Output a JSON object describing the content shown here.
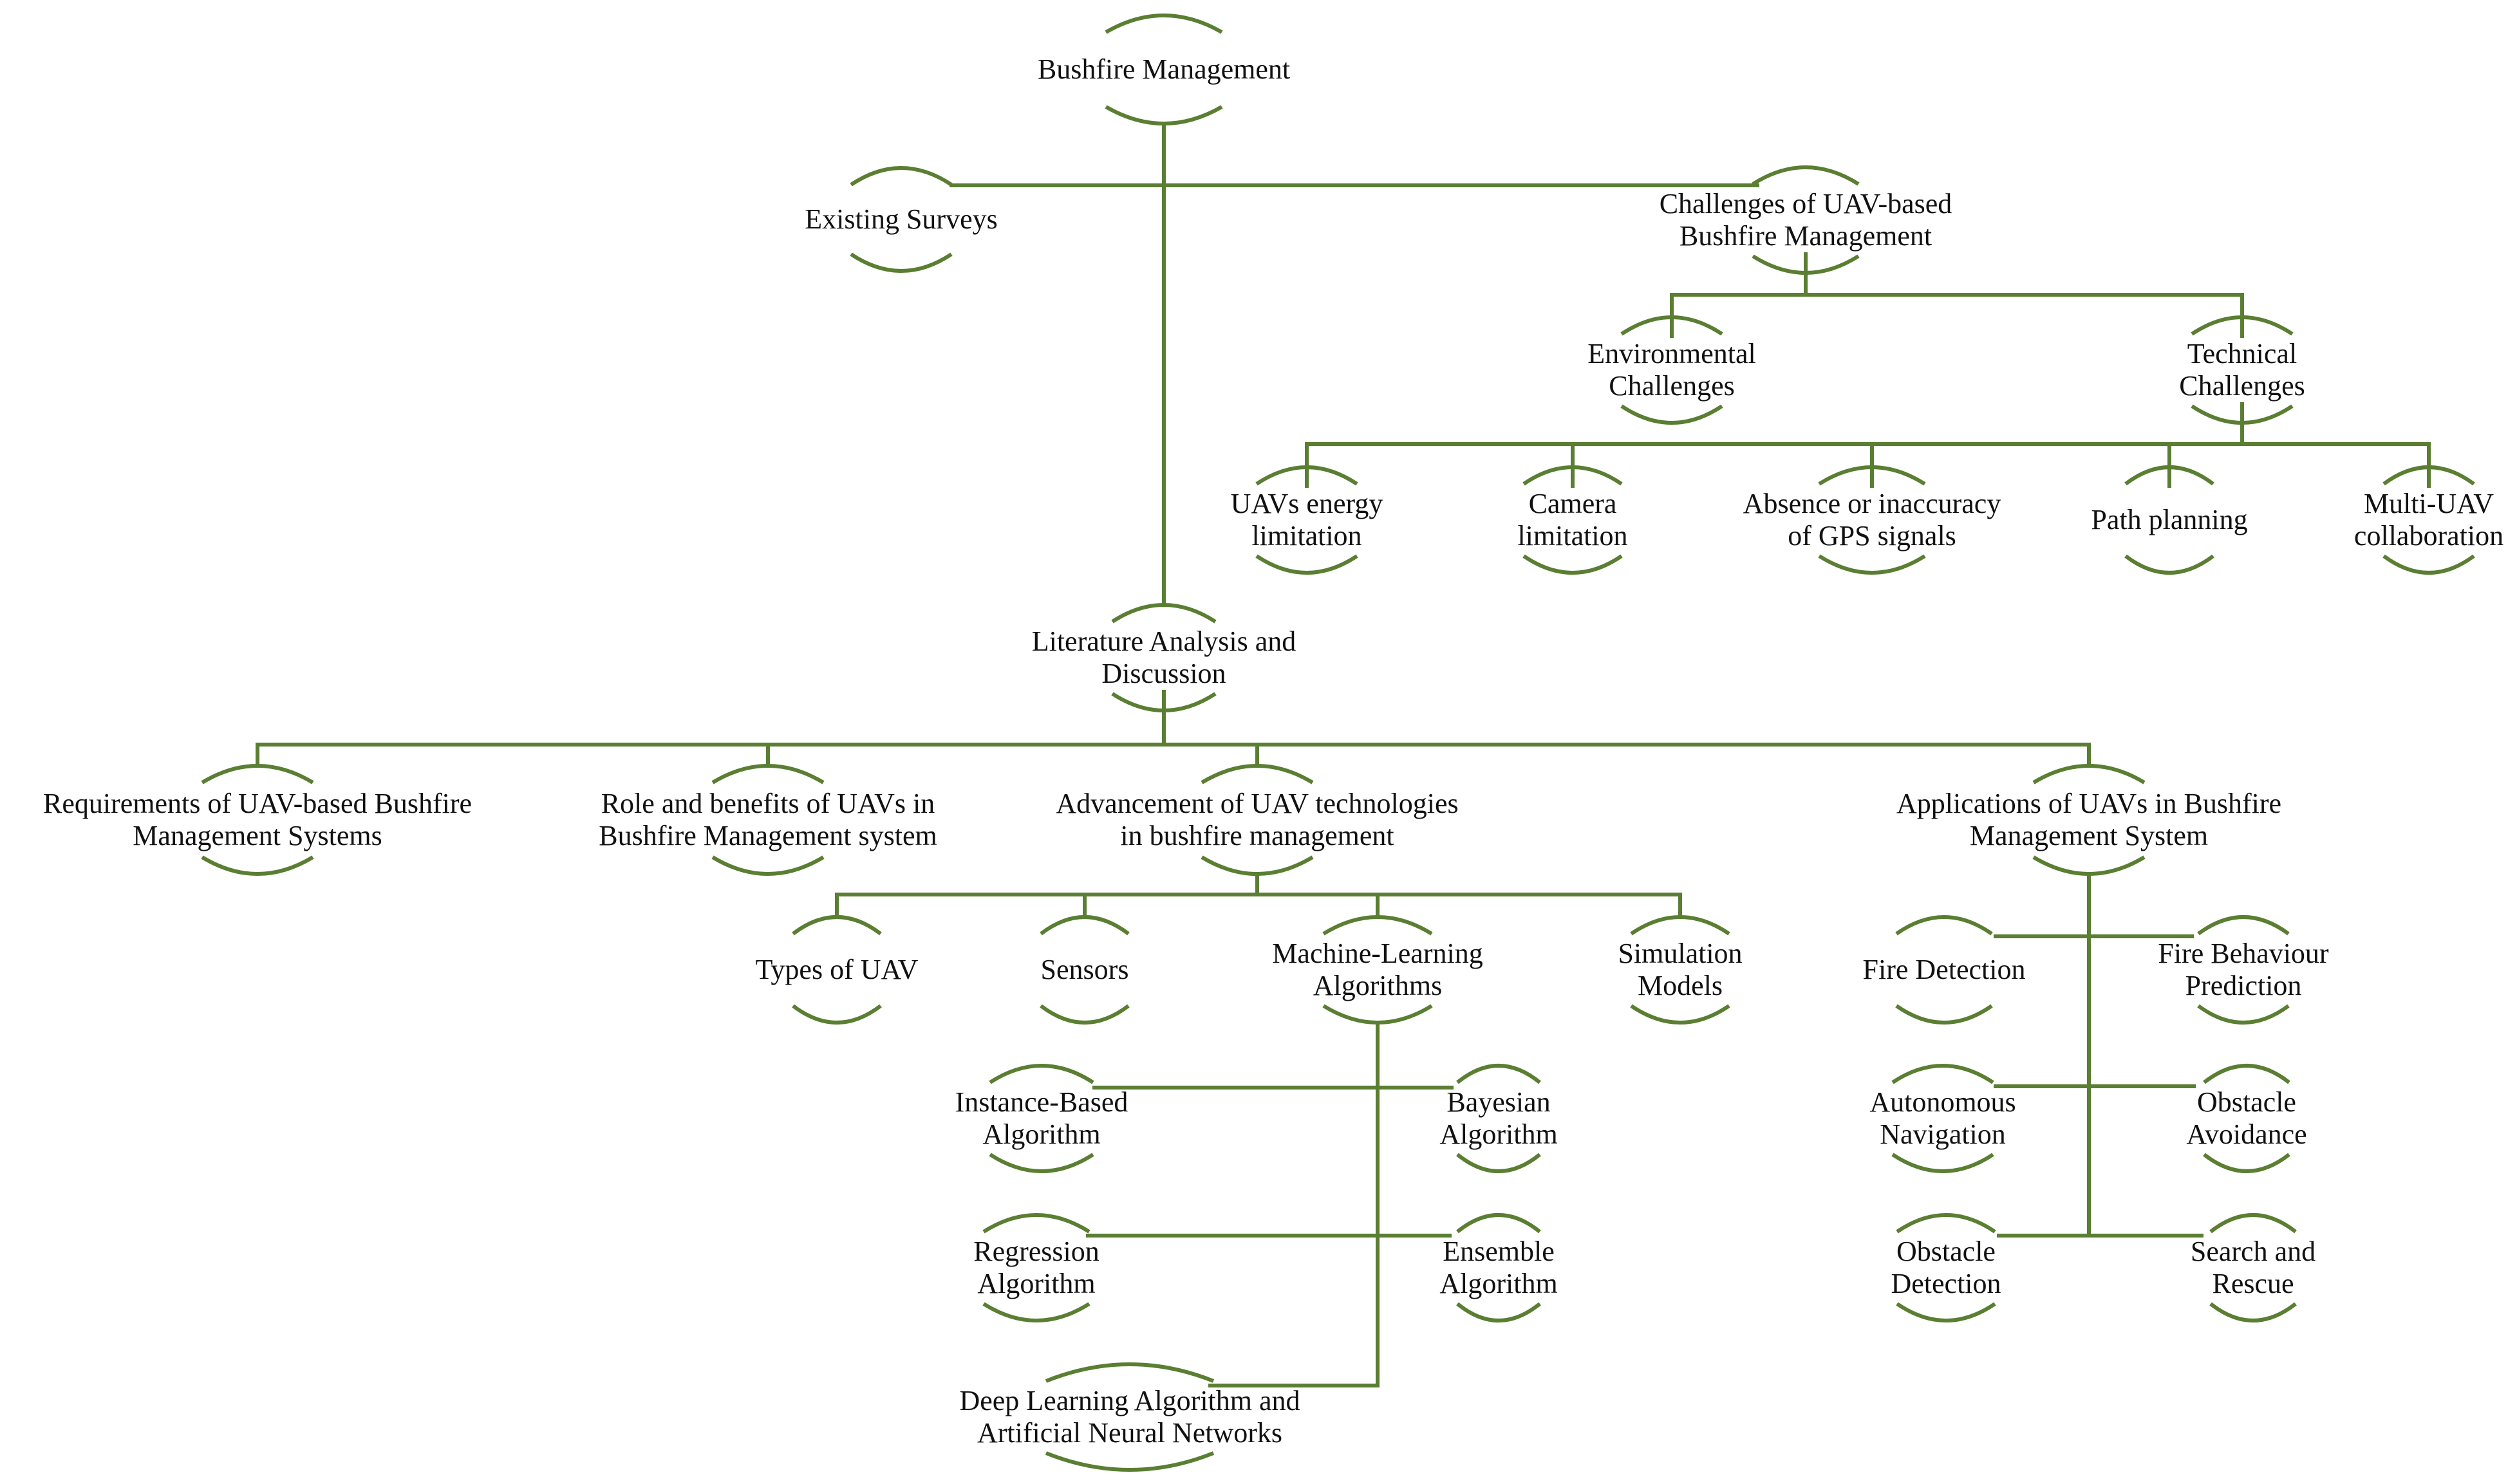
{
  "colors": {
    "line": "#5a7e32",
    "text": "#111111",
    "background": "#ffffff"
  },
  "nodes": {
    "root": [
      "Bushfire Management"
    ],
    "existing_surveys": [
      "Existing Surveys"
    ],
    "challenges": [
      "Challenges of UAV-based",
      "Bushfire Management"
    ],
    "environmental": [
      "Environmental",
      "Challenges"
    ],
    "technical": [
      "Technical",
      "Challenges"
    ],
    "energy": [
      "UAVs energy",
      "limitation"
    ],
    "camera": [
      "Camera",
      "limitation"
    ],
    "gps": [
      "Absence or inaccuracy",
      "of GPS signals"
    ],
    "path": [
      "Path planning"
    ],
    "multi_uav": [
      "Multi-UAV",
      "collaboration"
    ],
    "literature": [
      "Literature Analysis and",
      "Discussion"
    ],
    "requirements": [
      "Requirements of UAV-based Bushfire",
      "Management Systems"
    ],
    "role": [
      "Role and benefits of UAVs in",
      "Bushfire Management system"
    ],
    "advancement": [
      "Advancement of UAV technologies",
      "in bushfire management"
    ],
    "applications": [
      "Applications of UAVs in Bushfire",
      "Management System"
    ],
    "types": [
      "Types of UAV"
    ],
    "sensors": [
      "Sensors"
    ],
    "ml": [
      "Machine-Learning",
      "Algorithms"
    ],
    "simulation": [
      "Simulation",
      "Models"
    ],
    "instance": [
      "Instance-Based",
      "Algorithm"
    ],
    "bayesian": [
      "Bayesian",
      "Algorithm"
    ],
    "regression": [
      "Regression",
      "Algorithm"
    ],
    "ensemble": [
      "Ensemble",
      "Algorithm"
    ],
    "deep": [
      "Deep Learning Algorithm and",
      "Artificial Neural Networks"
    ],
    "fire_detection": [
      "Fire Detection"
    ],
    "fire_behaviour": [
      "Fire Behaviour",
      "Prediction"
    ],
    "autonomous": [
      "Autonomous",
      "Navigation"
    ],
    "obstacle_avoidance": [
      "Obstacle",
      "Avoidance"
    ],
    "obstacle_detection": [
      "Obstacle",
      "Detection"
    ],
    "search_rescue": [
      "Search and",
      "Rescue"
    ]
  }
}
